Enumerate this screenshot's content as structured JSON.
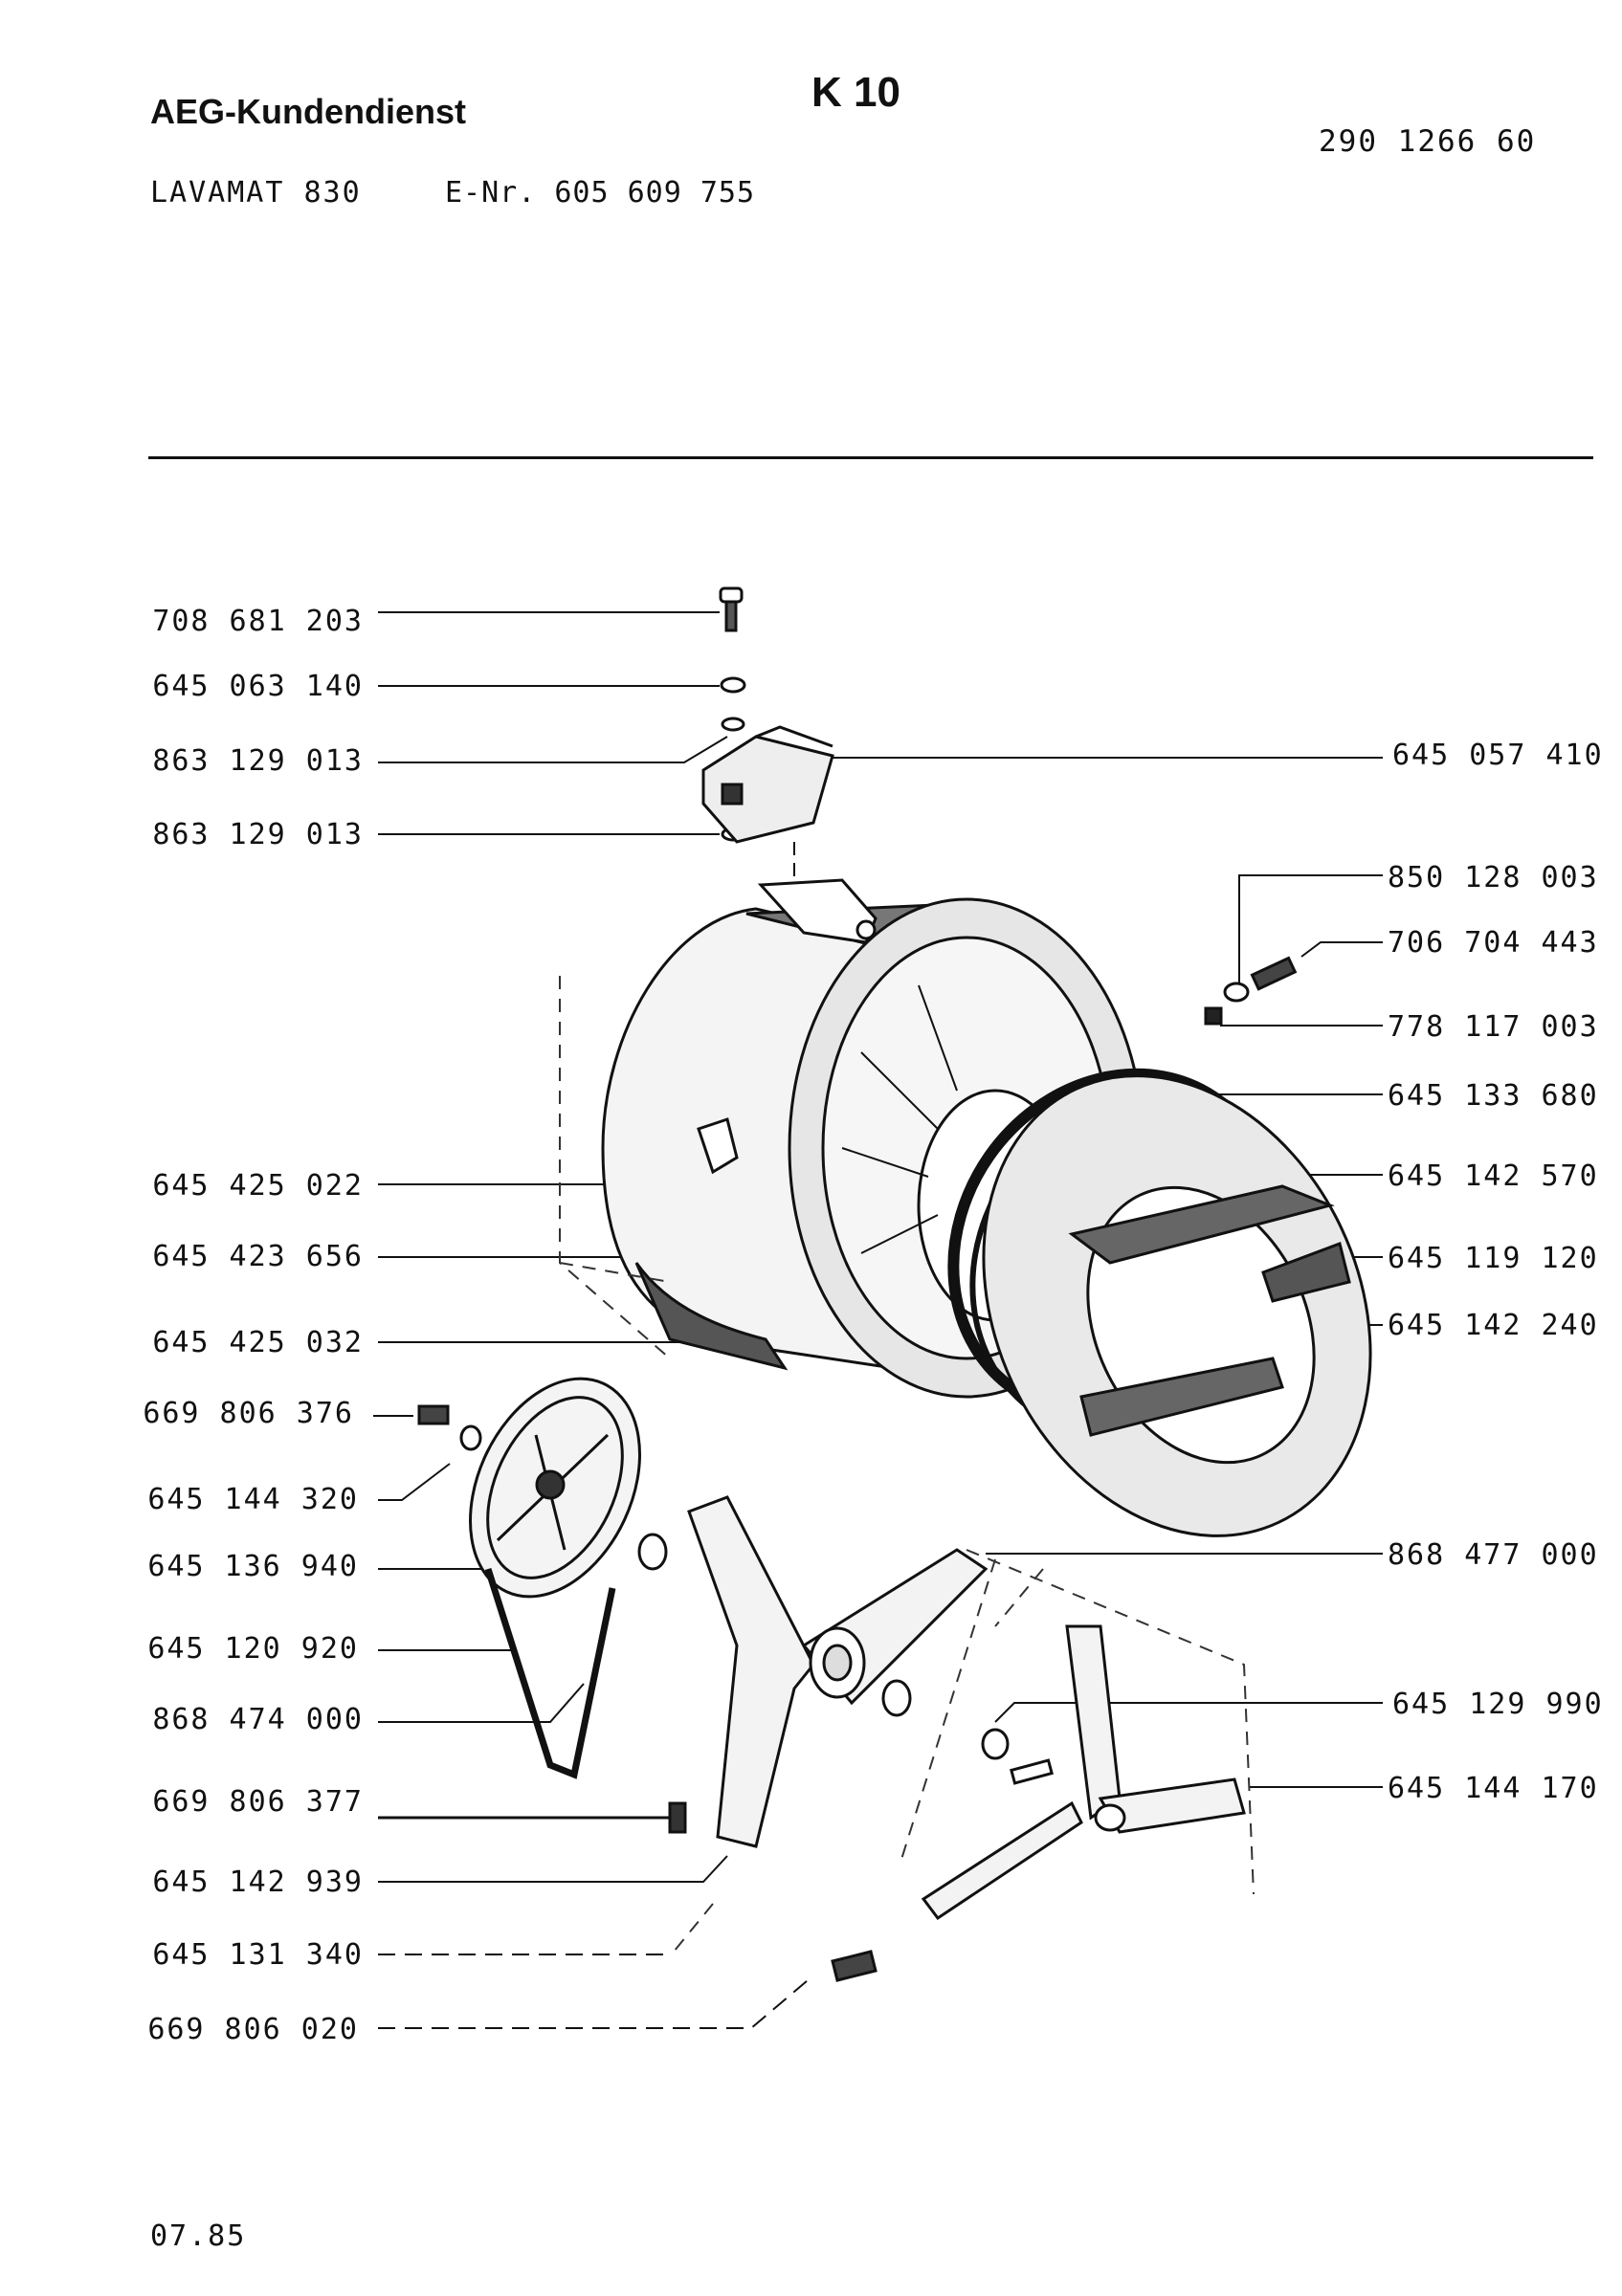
{
  "header": {
    "brand": "AEG-Kundendienst",
    "sheet": "K 10",
    "doc_number": "290 1266 60",
    "model": "LAVAMAT 830",
    "e_number": "E-Nr. 605 609 755"
  },
  "footer": {
    "date_code": "07.85"
  },
  "parts_left": [
    "708 681 203",
    "645 063 140",
    "863 129 013",
    "863 129 013",
    "645 425 022",
    "645 423 656",
    "645 425 032",
    "669 806 376",
    "645 144 320",
    "645 136 940",
    "645 120 920",
    "868 474 000",
    "669 806 377",
    "645 142 939",
    "645 131 340",
    "669 806 020"
  ],
  "parts_right": [
    "645 057 410",
    "850 128 003",
    "706 704 443",
    "778 117 003",
    "645 133 680",
    "645 142 570",
    "645 119 120",
    "645 142 240",
    "868 477 000",
    "645 129 990",
    "645 144 170"
  ]
}
